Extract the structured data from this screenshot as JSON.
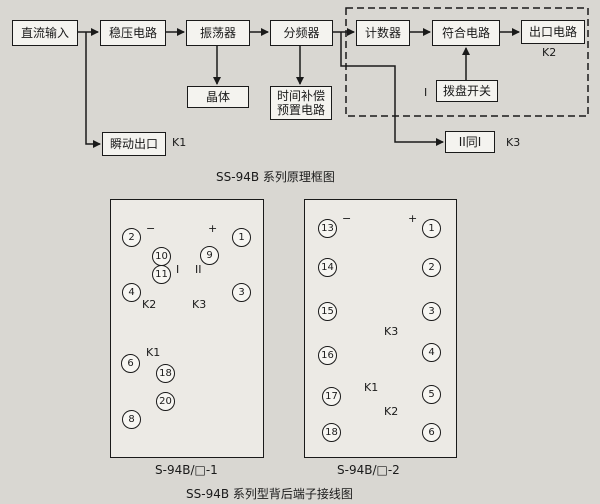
{
  "block_diagram": {
    "boxes": {
      "dc_input": "直流输入",
      "regulator": "稳压电路",
      "oscillator": "振荡器",
      "divider": "分频器",
      "counter": "计数器",
      "coincidence": "符合电路",
      "output": "出口电路",
      "crystal": "晶体",
      "time_comp": "时间补偿\n预置电路",
      "dial_switch": "拨盘开关",
      "instant_output": "瞬动出口",
      "same_ii_i": "II同I"
    },
    "labels": {
      "k1": "K1",
      "k2": "K2",
      "k3": "K3",
      "roman_i": "I"
    },
    "caption": "SS-94B 系列原理框图"
  },
  "panel1": {
    "terminals": {
      "t1": "1",
      "t2": "2",
      "t3": "3",
      "t4": "4",
      "t6": "6",
      "t8": "8",
      "t9": "9",
      "t10": "10",
      "t11": "11",
      "t18": "18",
      "t20": "20"
    },
    "labels": {
      "minus": "−",
      "plus": "+",
      "i": "I",
      "ii": "II",
      "k1": "K1",
      "k2": "K2",
      "k3": "K3"
    },
    "caption": "S-94B/□-1"
  },
  "panel2": {
    "terminals": {
      "t1": "1",
      "t2": "2",
      "t3": "3",
      "t4": "4",
      "t5": "5",
      "t6": "6",
      "t13": "13",
      "t14": "14",
      "t15": "15",
      "t16": "16",
      "t17": "17",
      "t18": "18"
    },
    "labels": {
      "minus": "−",
      "plus": "+",
      "k1": "K1",
      "k2": "K2",
      "k3": "K3"
    },
    "caption": "S-94B/□-2"
  },
  "bottom_caption": "SS-94B 系列型背后端子接线图"
}
